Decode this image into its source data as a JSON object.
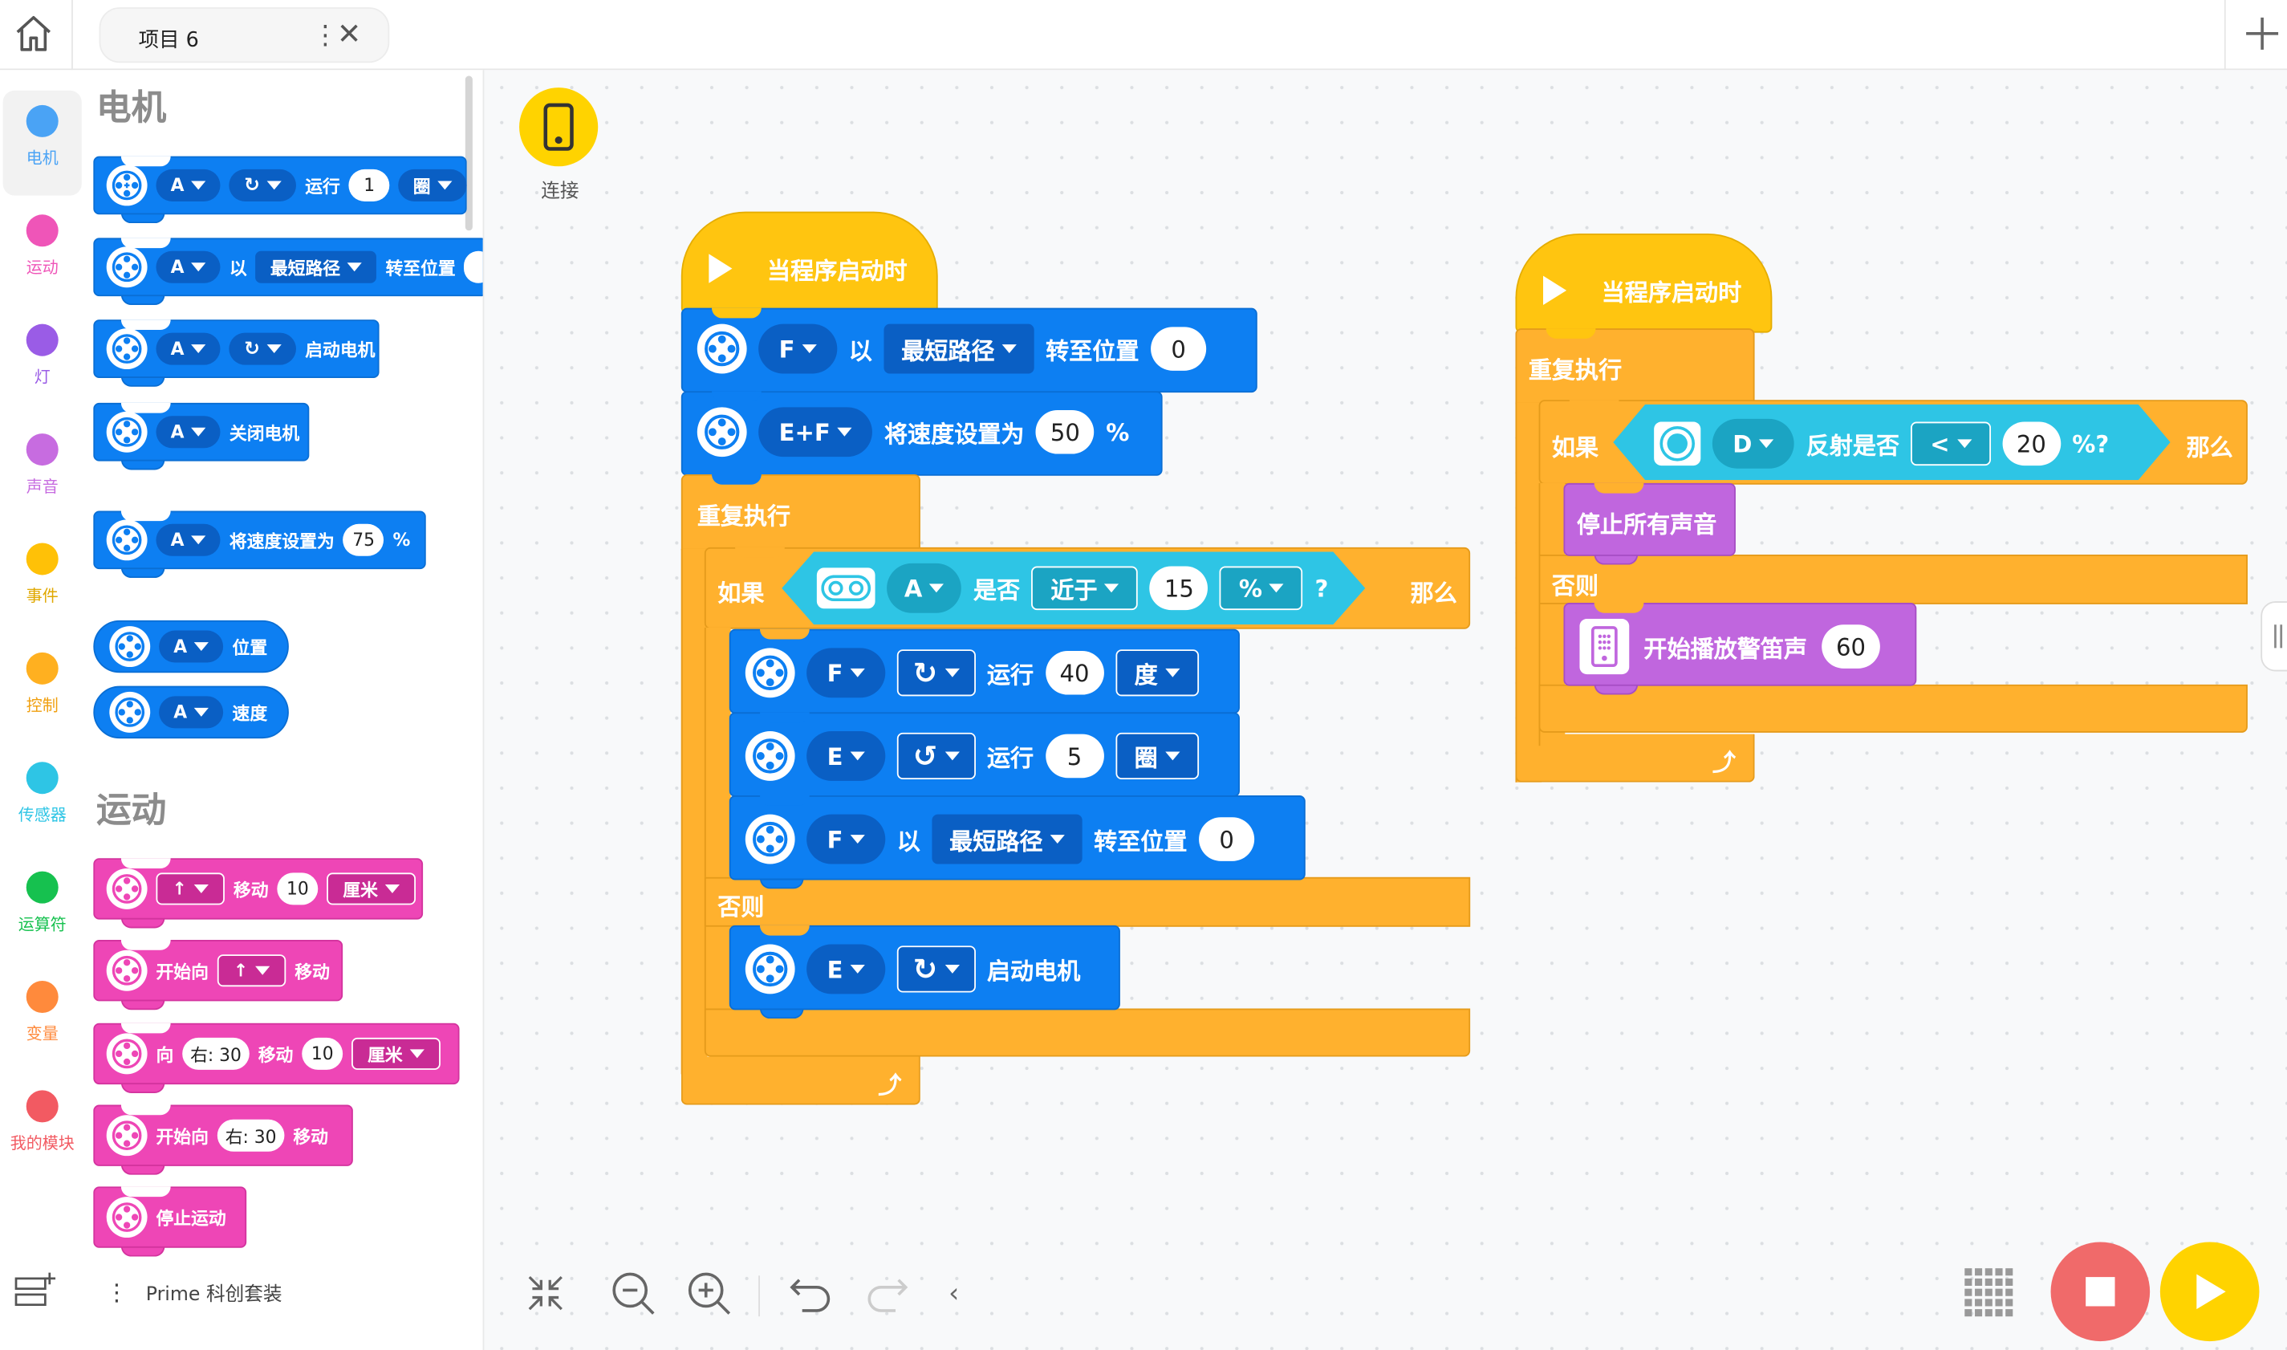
{
  "app": {
    "tab_title": "项目 6",
    "kit": "Prime 科创套装"
  },
  "colors": {
    "motor": "#0d7ff2",
    "move": "#ee46b6",
    "control": "#ffb12e",
    "events": "#ffc510",
    "sensor": "#2ec5e5",
    "sound": "#c066de",
    "stop_button": "#f06a6a",
    "run_button": "#ffd300"
  },
  "categories": [
    {
      "label": "电机",
      "color": "#4aa3f5"
    },
    {
      "label": "运动",
      "color": "#ef55b8"
    },
    {
      "label": "灯",
      "color": "#9a5ce6"
    },
    {
      "label": "声音",
      "color": "#c76ce0"
    },
    {
      "label": "事件",
      "color": "#ffc107"
    },
    {
      "label": "控制",
      "color": "#ffb020"
    },
    {
      "label": "传感器",
      "color": "#2ec5e5"
    },
    {
      "label": "运算符",
      "color": "#16c14f"
    },
    {
      "label": "变量",
      "color": "#ff8a3c"
    },
    {
      "label": "我的模块",
      "color": "#f25a62"
    }
  ],
  "palette": {
    "motor_title": "电机",
    "move_title": "运动",
    "m1": {
      "port": "A",
      "run": "运行",
      "value": "1",
      "unit": "圈"
    },
    "m2": {
      "port": "A",
      "by": "以",
      "path": "最短路径",
      "goto": "转至位置"
    },
    "m3": {
      "port": "A",
      "start": "启动电机"
    },
    "m4": {
      "port": "A",
      "stop": "关闭电机"
    },
    "m5": {
      "port": "A",
      "setspeed": "将速度设置为",
      "value": "75",
      "pct": "%"
    },
    "m6": {
      "port": "A",
      "label": "位置"
    },
    "m7": {
      "port": "A",
      "label": "速度"
    },
    "v1": {
      "dir": "↑",
      "move": "移动",
      "value": "10",
      "unit": "厘米"
    },
    "v2": {
      "start": "开始向",
      "dir": "↑",
      "move": "移动"
    },
    "v3": {
      "to": "向",
      "steer": "右: 30",
      "move": "移动",
      "value": "10",
      "unit": "厘米"
    },
    "v4": {
      "start": "开始向",
      "steer": "右: 30",
      "move": "移动"
    },
    "v5": {
      "stop": "停止运动"
    }
  },
  "connect": {
    "label": "连接"
  },
  "script1": {
    "hat": "当程序启动时",
    "b1": {
      "port": "F",
      "by": "以",
      "path": "最短路径",
      "goto": "转至位置",
      "value": "0"
    },
    "b2": {
      "port": "E+F",
      "setspeed": "将速度设置为",
      "value": "50",
      "pct": "%"
    },
    "forever": "重复执行",
    "if_label": "如果",
    "port": "A",
    "is": "是否",
    "compare": "近于",
    "value": "15",
    "unit": "%",
    "q": "?",
    "then": "那么",
    "c1": {
      "port": "F",
      "run": "运行",
      "value": "40",
      "unit": "度"
    },
    "c2": {
      "port": "E",
      "run": "运行",
      "value": "5",
      "unit": "圈"
    },
    "c3": {
      "port": "F",
      "by": "以",
      "path": "最短路径",
      "goto": "转至位置",
      "value": "0"
    },
    "else": "否则",
    "c4": {
      "port": "E",
      "start": "启动电机"
    }
  },
  "script2": {
    "hat": "当程序启动时",
    "forever": "重复执行",
    "if_label": "如果",
    "port": "D",
    "reflect": "反射是否",
    "op": "<",
    "value": "20",
    "pct": "%?",
    "then": "那么",
    "stop_sounds": "停止所有声音",
    "else": "否则",
    "beep": "开始播放警笛声",
    "beep_value": "60"
  }
}
